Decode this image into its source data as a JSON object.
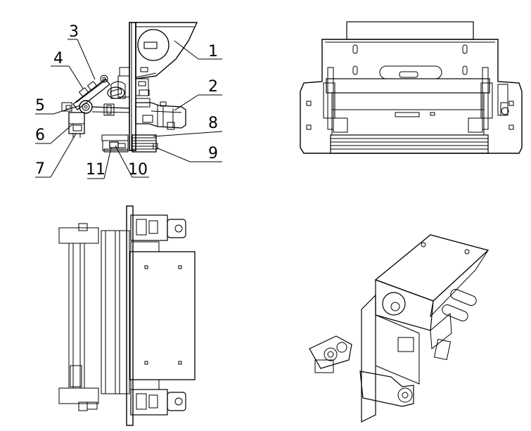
{
  "callouts": [
    {
      "num": "1"
    },
    {
      "num": "2"
    },
    {
      "num": "3"
    },
    {
      "num": "4"
    },
    {
      "num": "5"
    },
    {
      "num": "6"
    },
    {
      "num": "7"
    },
    {
      "num": "8"
    },
    {
      "num": "9"
    },
    {
      "num": "10"
    },
    {
      "num": "11"
    }
  ],
  "colors": {
    "ink": "#000000",
    "paper": "#ffffff"
  }
}
